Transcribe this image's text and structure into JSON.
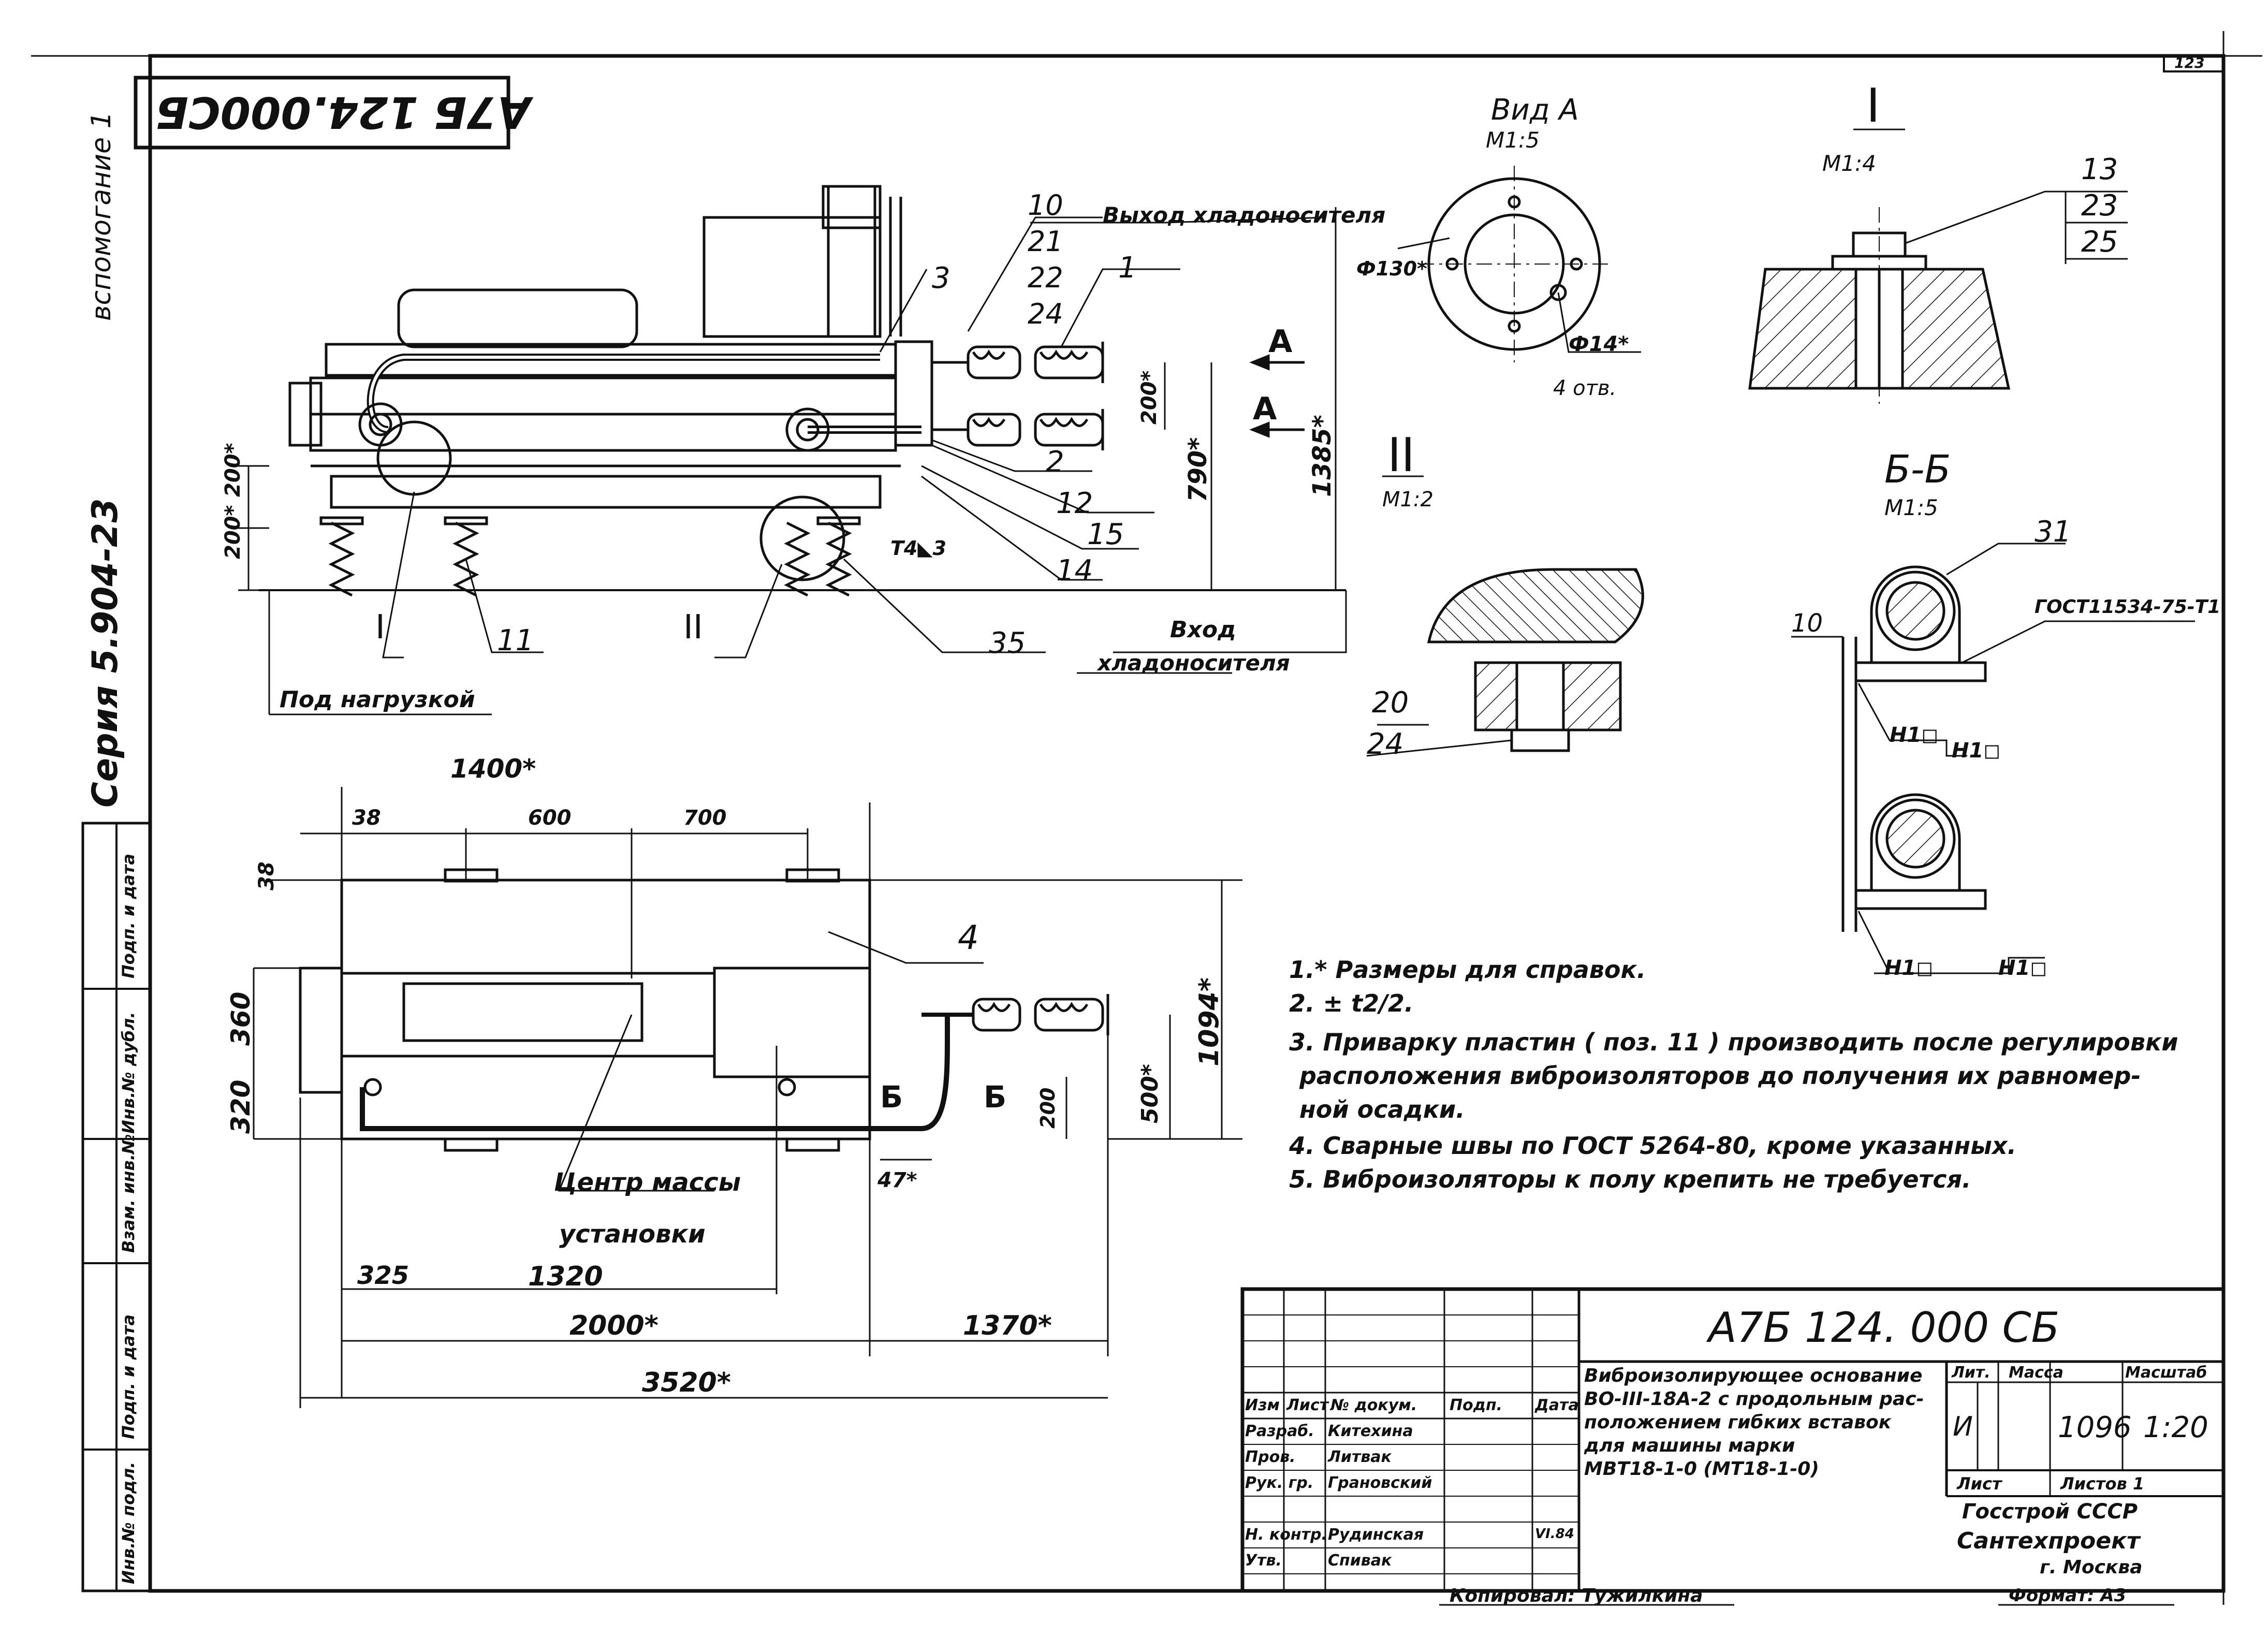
{
  "sheet": {
    "page_number": "123",
    "stamp_code": "А7Б 124.000СБ",
    "side_note": "вспомогание 1",
    "series": "Серия 5.904-23",
    "binding_columns": [
      "Взам. инв.№",
      "Инв.№ дубл.",
      "Подп. и дата",
      "Подп. и дата",
      "Инв.№ подл."
    ]
  },
  "front_view": {
    "outlet_label": "Выход хладоносителя",
    "inlet_label_1": "Вход",
    "inlet_label_2": "хладоносителя",
    "under_load": "Под нагрузкой",
    "section_a": "А",
    "section_a2": "А",
    "callouts": [
      "10",
      "21",
      "22",
      "24",
      "3",
      "1",
      "2",
      "12",
      "15",
      "14",
      "35",
      "11",
      "I",
      "II"
    ],
    "dims": {
      "d200a": "200*",
      "d200b": "200*",
      "d200c": "200*",
      "d790": "790*",
      "d1385": "1385*",
      "weld": "Т4◣3"
    }
  },
  "plan_view": {
    "dims": [
      "1400*",
      "38",
      "600",
      "700",
      "38",
      "360",
      "320",
      "1094*",
      "500*",
      "200",
      "47*",
      "325",
      "1320",
      "2000*",
      "1370*",
      "3520*"
    ],
    "callout_4": "4",
    "center_label_1": "Центр массы",
    "center_label_2": "установки",
    "section_b1": "Б",
    "section_b2": "Б"
  },
  "view_a": {
    "title": "Вид А",
    "scale": "М1:5",
    "dia_outer": "Ф130*",
    "dia_holes": "Ф14*",
    "holes": "4 отв."
  },
  "detail_1": {
    "title": "I",
    "scale": "М1:4",
    "callouts": [
      "13",
      "23",
      "25"
    ]
  },
  "detail_2": {
    "title": "II",
    "scale": "М1:2",
    "callouts": [
      "20",
      "24"
    ]
  },
  "section_bb": {
    "title": "Б-Б",
    "scale": "М1:5",
    "callout_31": "31",
    "callout_10": "10",
    "gost": "ГОСТ11534-75-Т1",
    "weld_marks": [
      "Н1◻",
      "Н1◻",
      "Н1◻",
      "Н1◻"
    ]
  },
  "notes": [
    "1.* Размеры для справок.",
    "2. ± t2/2.",
    "3. Приварку пластин ( поз. 11 ) производить после регулировки",
    "расположения виброизоляторов до получения их равномер-",
    "ной осадки.",
    "4. Сварные швы по ГОСТ 5264-80, кроме указанных.",
    "5. Виброизоляторы к полу крепить не требуется."
  ],
  "title_block": {
    "designation": "А7Б 124. 000 СБ",
    "name_lines": [
      "Виброизолирующее основание",
      "ВО-III-18А-2 с продольным рас-",
      "положением гибких вставок",
      "для машины марки",
      "МВТ18-1-0 (МТ18-1-0)"
    ],
    "col_headers": [
      "Изм",
      "Лист",
      "№ докум.",
      "Подп.",
      "Дата"
    ],
    "roles": [
      "Разраб.",
      "Пров.",
      "Рук. гр.",
      "",
      "Н. контр.",
      "Утв."
    ],
    "names": [
      "Китехина",
      "Литвак",
      "Грановский",
      "",
      "Рудинская",
      "Спивак"
    ],
    "date": "VI.84",
    "lit_header": "Лит.",
    "mass_header": "Масса",
    "scale_header": "Масштаб",
    "lit_value": "И",
    "mass_value": "1096",
    "scale_value": "1:20",
    "sheet_label": "Лист",
    "sheets_label": "Листов 1",
    "org_1": "Госстрой СССР",
    "org_2": "Сантехпроект",
    "org_3": "г. Москва",
    "copied": "Копировал: Тужилкина",
    "format": "Формат: А3"
  }
}
